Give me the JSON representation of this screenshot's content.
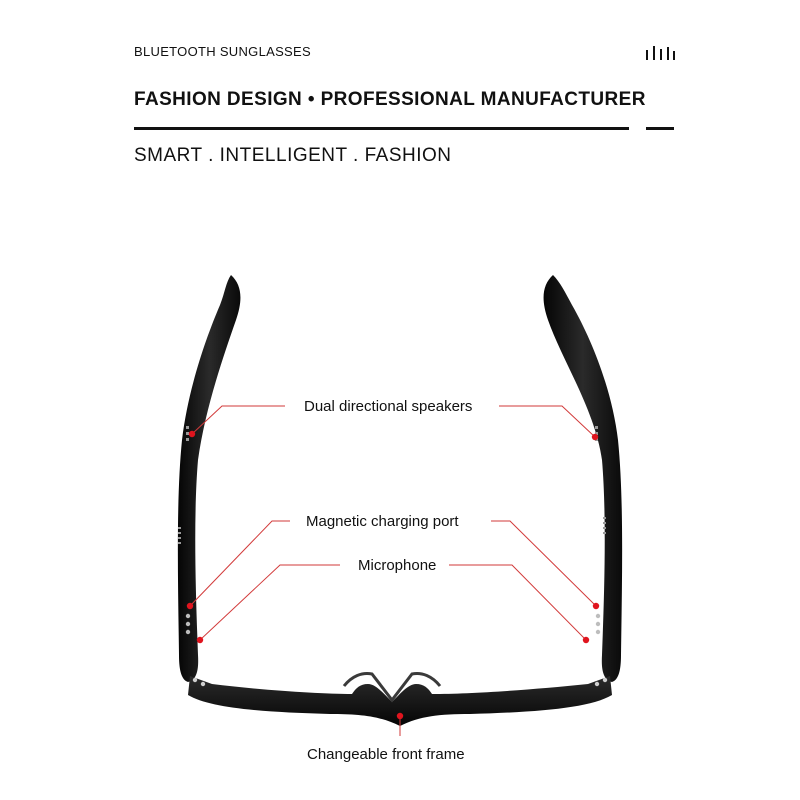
{
  "header": {
    "category": "BLUETOOTH SUNGLASSES",
    "headline": "FASHION DESIGN • PROFESSIONAL MANUFACTURER",
    "tagline": "SMART . INTELLIGENT . FASHION",
    "icon": "signal-bars-icon"
  },
  "callouts": {
    "speakers": "Dual directional speakers",
    "charging_port": "Magnetic charging port",
    "microphone": "Microphone",
    "front_frame": "Changeable front frame"
  },
  "colors": {
    "text": "#111111",
    "frame": "#1a1a1a",
    "callout_line": "#d23a3a",
    "callout_dot": "#e0141e"
  }
}
